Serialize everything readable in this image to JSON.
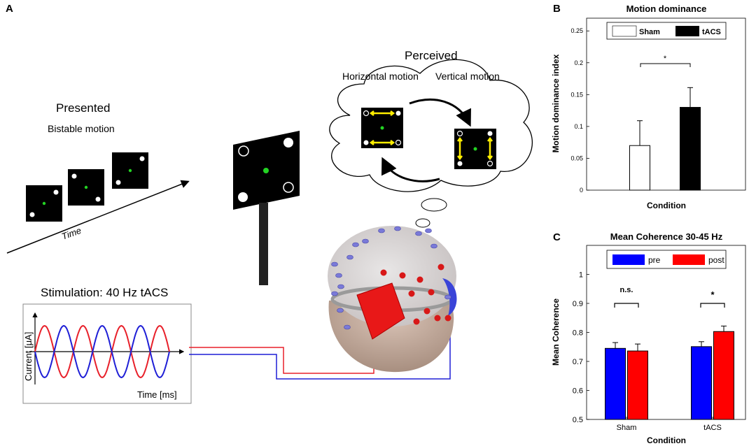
{
  "panels": {
    "a": "A",
    "b": "B",
    "c": "C"
  },
  "illustration": {
    "presented": "Presented",
    "bistable": "Bistable motion",
    "time": "Time",
    "perceived": "Perceived",
    "horizontal": "Horizontal motion",
    "vertical": "Vertical motion",
    "stim_title": "Stimulation: 40 Hz tACS",
    "current_label": "Current [μA]",
    "time_ms": "Time [ms]",
    "colors": {
      "red": "#e8202a",
      "blue": "#1f1fd6",
      "dot": "#23d323",
      "arrow": "#ffee00"
    }
  },
  "chart_data": [
    {
      "type": "bar",
      "title": "Motion dominance",
      "xlabel": "Condition",
      "ylabel": "Motion dominance index",
      "ylim": [
        0,
        0.27
      ],
      "yticks": [
        "0",
        "0.05",
        "0.1",
        "0.15",
        "0.2",
        "0.25"
      ],
      "ytick_values": [
        0,
        0.05,
        0.1,
        0.15,
        0.2,
        0.25
      ],
      "legend_position": "top",
      "series": [
        {
          "name": "Sham",
          "value": 0.07,
          "error": 0.039,
          "color": "#ffffff"
        },
        {
          "name": "tACS",
          "value": 0.13,
          "error": 0.031,
          "color": "#000000"
        }
      ],
      "significance": "*"
    },
    {
      "type": "bar",
      "title": "Mean Coherence 30-45 Hz",
      "xlabel": "Condition",
      "ylabel": "Mean Coherence",
      "ylim": [
        0.5,
        1.1
      ],
      "yticks": [
        "0.5",
        "0.6",
        "0.7",
        "0.8",
        "0.9",
        "1"
      ],
      "ytick_values": [
        0.5,
        0.6,
        0.7,
        0.8,
        0.9,
        1.0
      ],
      "categories": [
        "Sham",
        "tACS"
      ],
      "legend_position": "top",
      "series": [
        {
          "name": "pre",
          "values": [
            0.745,
            0.751
          ],
          "errors": [
            0.02,
            0.017
          ],
          "color": "#0000ff"
        },
        {
          "name": "post",
          "values": [
            0.736,
            0.803
          ],
          "errors": [
            0.024,
            0.019
          ],
          "color": "#ff0000"
        }
      ],
      "significance": [
        "n.s.",
        "*"
      ]
    }
  ]
}
